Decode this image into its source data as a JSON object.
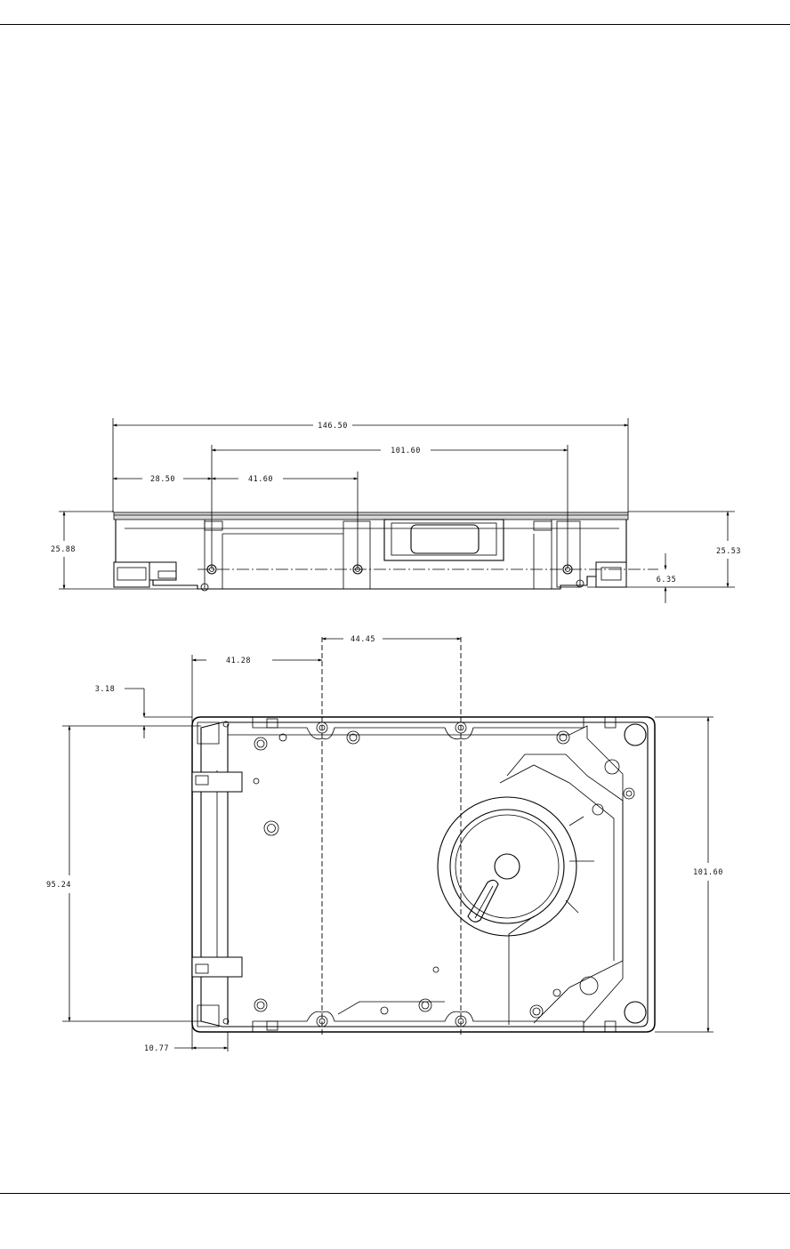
{
  "side_view": {
    "dims": {
      "overall_width": "146.50",
      "mount_span": "101.60",
      "edge_to_hole": "28.50",
      "hole_to_hole": "41.60",
      "height_left": "25.88",
      "height_right": "25.53",
      "hole_height": "6.35"
    }
  },
  "bottom_view": {
    "dims": {
      "hole_offset_x": "41.28",
      "hole_spacing_x": "44.45",
      "top_offset": "3.18",
      "hole_spacing_y": "95.24",
      "width": "101.60",
      "side_offset": "10.77"
    }
  }
}
